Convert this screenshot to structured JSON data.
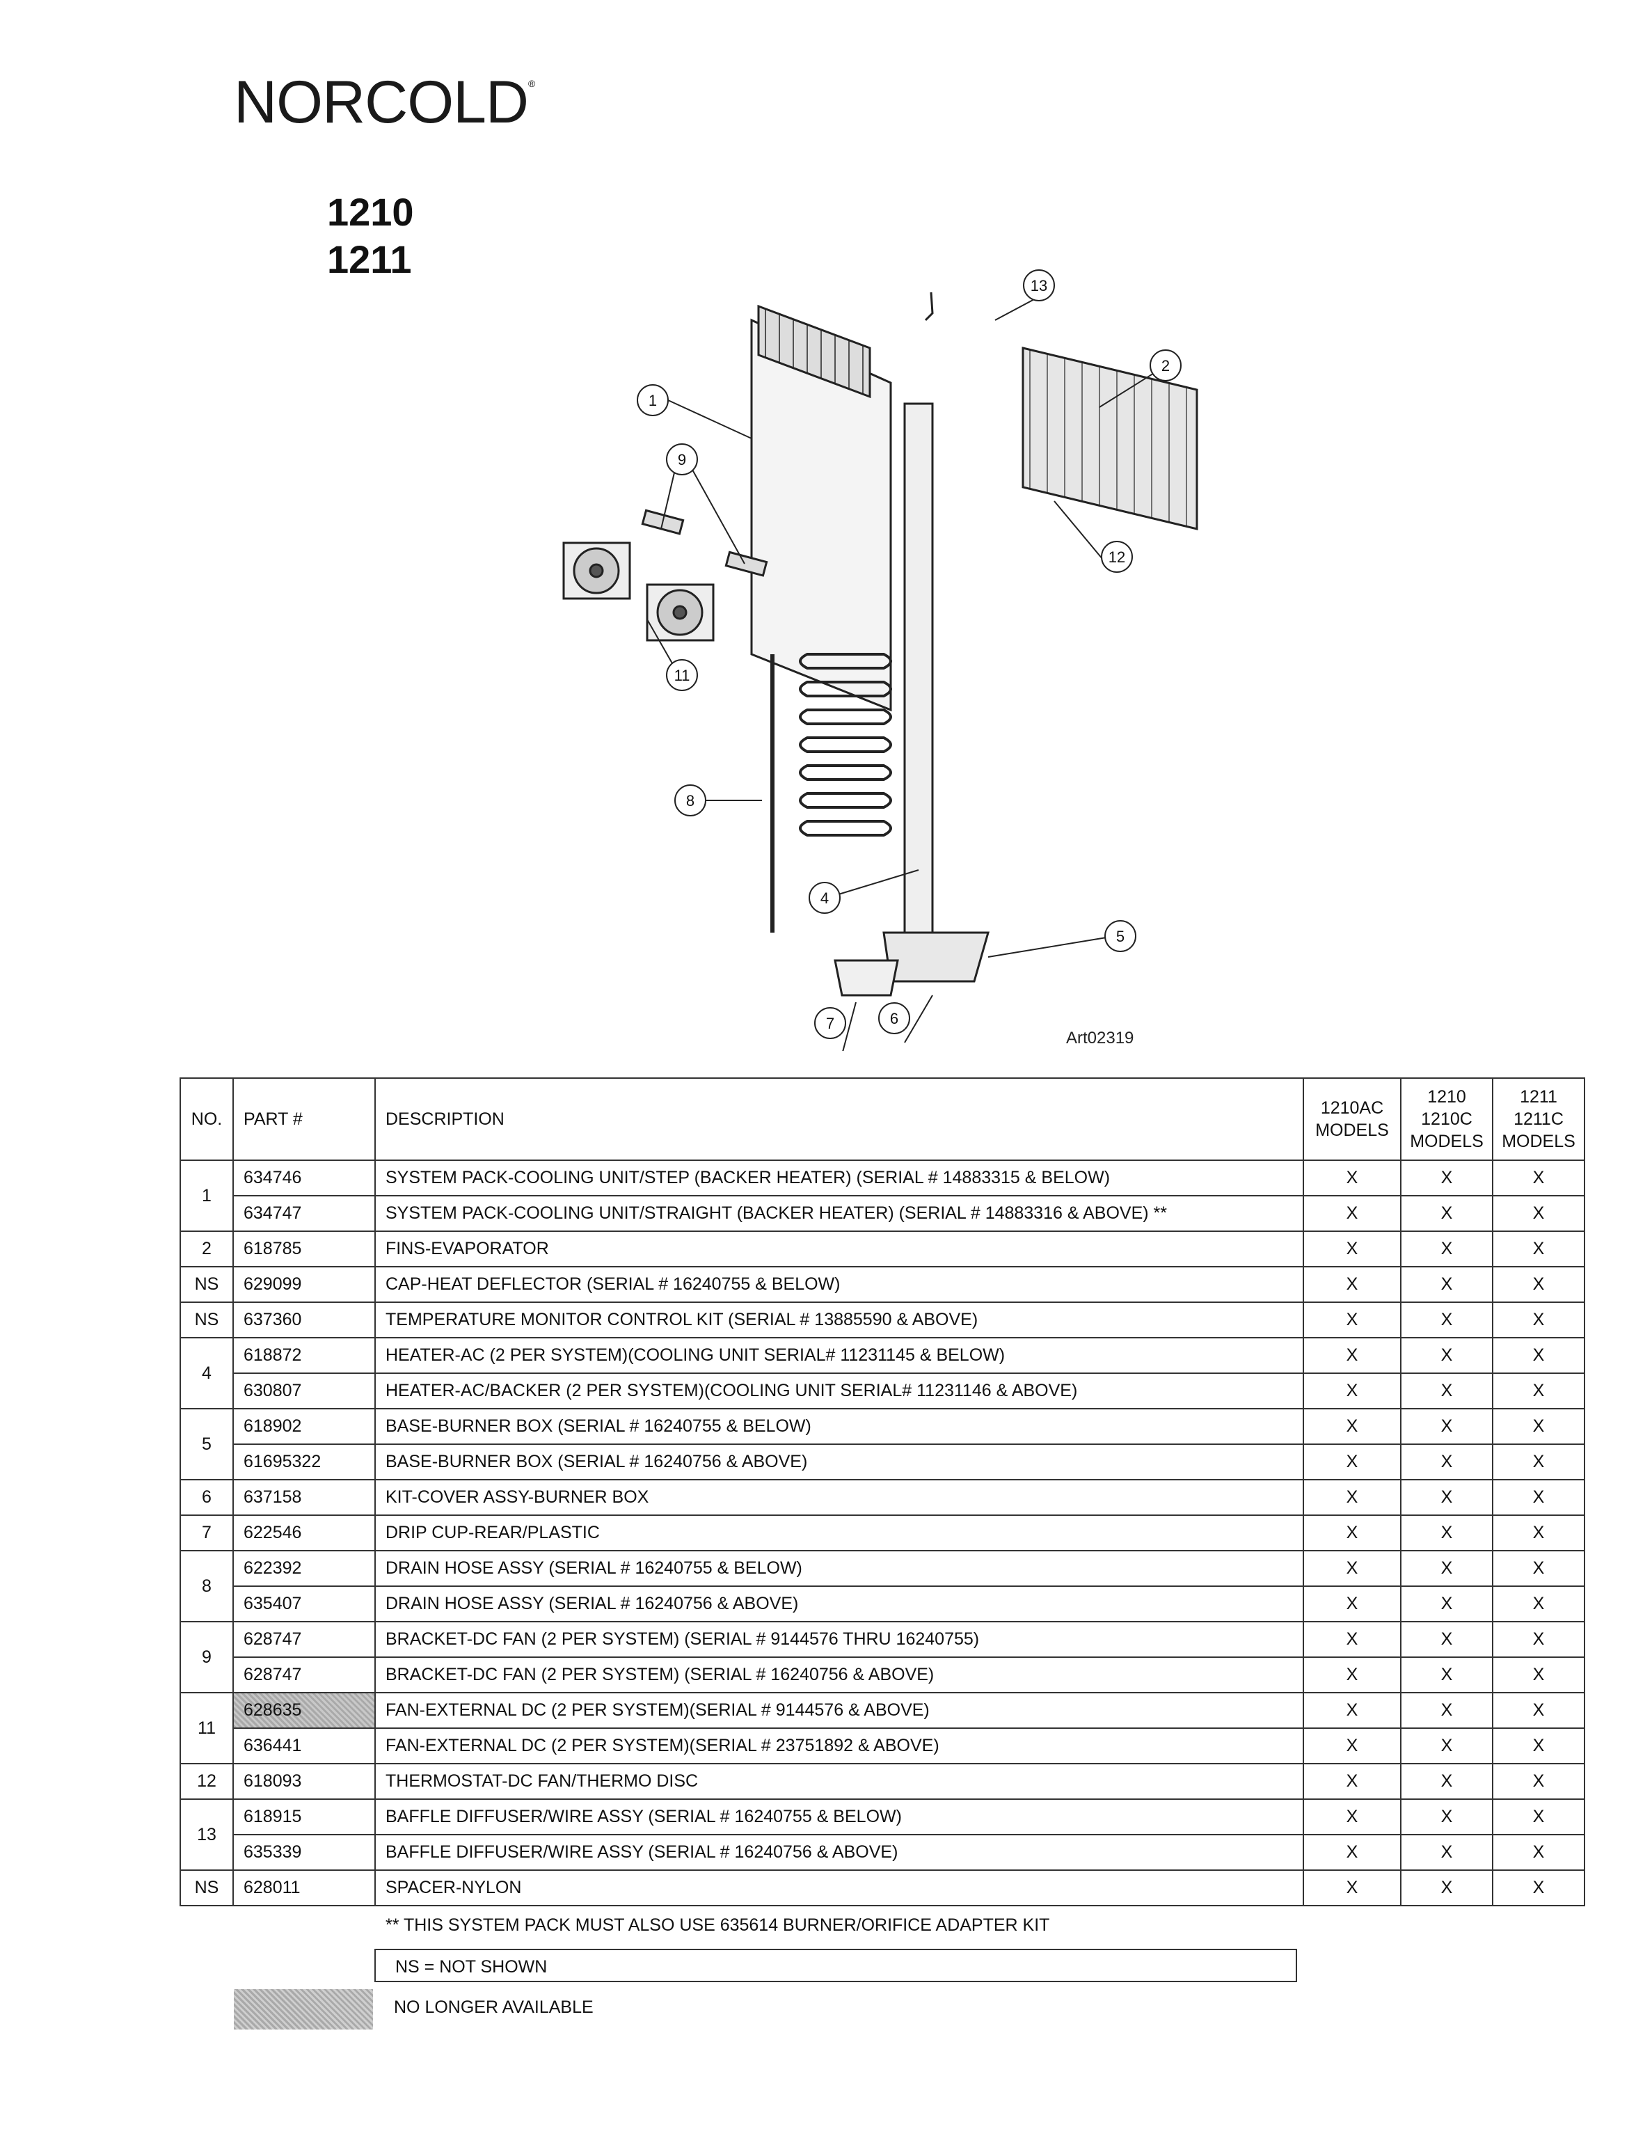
{
  "header": {
    "brand": "NORCOLD",
    "brand_mark": "®",
    "models": [
      "1210",
      "1211"
    ]
  },
  "diagram": {
    "art_code": "Art02319",
    "callouts": [
      "1",
      "2",
      "4",
      "5",
      "6",
      "7",
      "8",
      "9",
      "11",
      "12",
      "13"
    ]
  },
  "table": {
    "headers": {
      "no": "NO.",
      "part": "PART #",
      "description": "DESCRIPTION",
      "col1": [
        "1210AC",
        "MODELS"
      ],
      "col2": [
        "1210",
        "1210C",
        "MODELS"
      ],
      "col3": [
        "1211",
        "1211C",
        "MODELS"
      ]
    },
    "groups": [
      {
        "no": "1",
        "rows": [
          {
            "part": "634746",
            "description": "SYSTEM PACK-COOLING UNIT/STEP (BACKER HEATER) (SERIAL # 14883315 & BELOW)",
            "c1": "X",
            "c2": "X",
            "c3": "X"
          },
          {
            "part": "634747",
            "description": "SYSTEM PACK-COOLING UNIT/STRAIGHT (BACKER HEATER) (SERIAL # 14883316 & ABOVE)  **",
            "c1": "X",
            "c2": "X",
            "c3": "X"
          }
        ]
      },
      {
        "no": "2",
        "rows": [
          {
            "part": "618785",
            "description": "FINS-EVAPORATOR",
            "c1": "X",
            "c2": "X",
            "c3": "X"
          }
        ]
      },
      {
        "no": "NS",
        "rows": [
          {
            "part": "629099",
            "description": "CAP-HEAT DEFLECTOR (SERIAL # 16240755 & BELOW)",
            "c1": "X",
            "c2": "X",
            "c3": "X"
          }
        ]
      },
      {
        "no": "NS",
        "rows": [
          {
            "part": "637360",
            "description": "TEMPERATURE MONITOR CONTROL KIT (SERIAL # 13885590 & ABOVE)",
            "c1": "X",
            "c2": "X",
            "c3": "X"
          }
        ]
      },
      {
        "no": "4",
        "rows": [
          {
            "part": "618872",
            "description": "HEATER-AC (2 PER SYSTEM)(COOLING UNIT SERIAL# 11231145 & BELOW)",
            "c1": "X",
            "c2": "X",
            "c3": "X"
          },
          {
            "part": "630807",
            "description": "HEATER-AC/BACKER (2 PER SYSTEM)(COOLING UNIT SERIAL# 11231146 & ABOVE)",
            "c1": "X",
            "c2": "X",
            "c3": "X"
          }
        ]
      },
      {
        "no": "5",
        "rows": [
          {
            "part": "618902",
            "description": "BASE-BURNER BOX (SERIAL # 16240755 & BELOW)",
            "c1": "X",
            "c2": "X",
            "c3": "X"
          },
          {
            "part": "61695322",
            "description": "BASE-BURNER BOX (SERIAL # 16240756 & ABOVE)",
            "c1": "X",
            "c2": "X",
            "c3": "X"
          }
        ]
      },
      {
        "no": "6",
        "rows": [
          {
            "part": "637158",
            "description": "KIT-COVER ASSY-BURNER BOX",
            "c1": "X",
            "c2": "X",
            "c3": "X"
          }
        ]
      },
      {
        "no": "7",
        "rows": [
          {
            "part": "622546",
            "description": "DRIP CUP-REAR/PLASTIC",
            "c1": "X",
            "c2": "X",
            "c3": "X"
          }
        ]
      },
      {
        "no": "8",
        "rows": [
          {
            "part": "622392",
            "description": "DRAIN HOSE ASSY (SERIAL # 16240755 & BELOW)",
            "c1": "X",
            "c2": "X",
            "c3": "X"
          },
          {
            "part": "635407",
            "description": "DRAIN HOSE ASSY (SERIAL # 16240756 & ABOVE)",
            "c1": "X",
            "c2": "X",
            "c3": "X"
          }
        ]
      },
      {
        "no": "9",
        "rows": [
          {
            "part": "628747",
            "description": "BRACKET-DC FAN (2 PER SYSTEM) (SERIAL # 9144576 THRU 16240755)",
            "c1": "X",
            "c2": "X",
            "c3": "X"
          },
          {
            "part": "628747",
            "description": "BRACKET-DC FAN (2 PER SYSTEM) (SERIAL # 16240756 & ABOVE)",
            "c1": "X",
            "c2": "X",
            "c3": "X"
          }
        ]
      },
      {
        "no": "11",
        "rows": [
          {
            "part": "628635",
            "description": "FAN-EXTERNAL DC (2 PER SYSTEM)(SERIAL # 9144576 & ABOVE)",
            "c1": "X",
            "c2": "X",
            "c3": "X",
            "unavailable": true
          },
          {
            "part": "636441",
            "description": "FAN-EXTERNAL DC (2 PER SYSTEM)(SERIAL # 23751892 & ABOVE)",
            "c1": "X",
            "c2": "X",
            "c3": "X"
          }
        ]
      },
      {
        "no": "12",
        "rows": [
          {
            "part": "618093",
            "description": "THERMOSTAT-DC FAN/THERMO DISC",
            "c1": "X",
            "c2": "X",
            "c3": "X"
          }
        ]
      },
      {
        "no": "13",
        "rows": [
          {
            "part": "618915",
            "description": "BAFFLE DIFFUSER/WIRE ASSY (SERIAL # 16240755 & BELOW)",
            "c1": "X",
            "c2": "X",
            "c3": "X"
          },
          {
            "part": "635339",
            "description": "BAFFLE DIFFUSER/WIRE ASSY (SERIAL # 16240756 & ABOVE)",
            "c1": "X",
            "c2": "X",
            "c3": "X"
          }
        ]
      },
      {
        "no": "NS",
        "rows": [
          {
            "part": "628011",
            "description": "SPACER-NYLON",
            "c1": "X",
            "c2": "X",
            "c3": "X"
          }
        ]
      }
    ]
  },
  "footer": {
    "footnote": "** THIS SYSTEM PACK MUST ALSO USE 635614 BURNER/ORIFICE ADAPTER KIT",
    "ns_legend": "NS = NOT SHOWN",
    "unavailable_legend": "NO LONGER AVAILABLE",
    "unavailable_color": "#b8b8b8"
  }
}
